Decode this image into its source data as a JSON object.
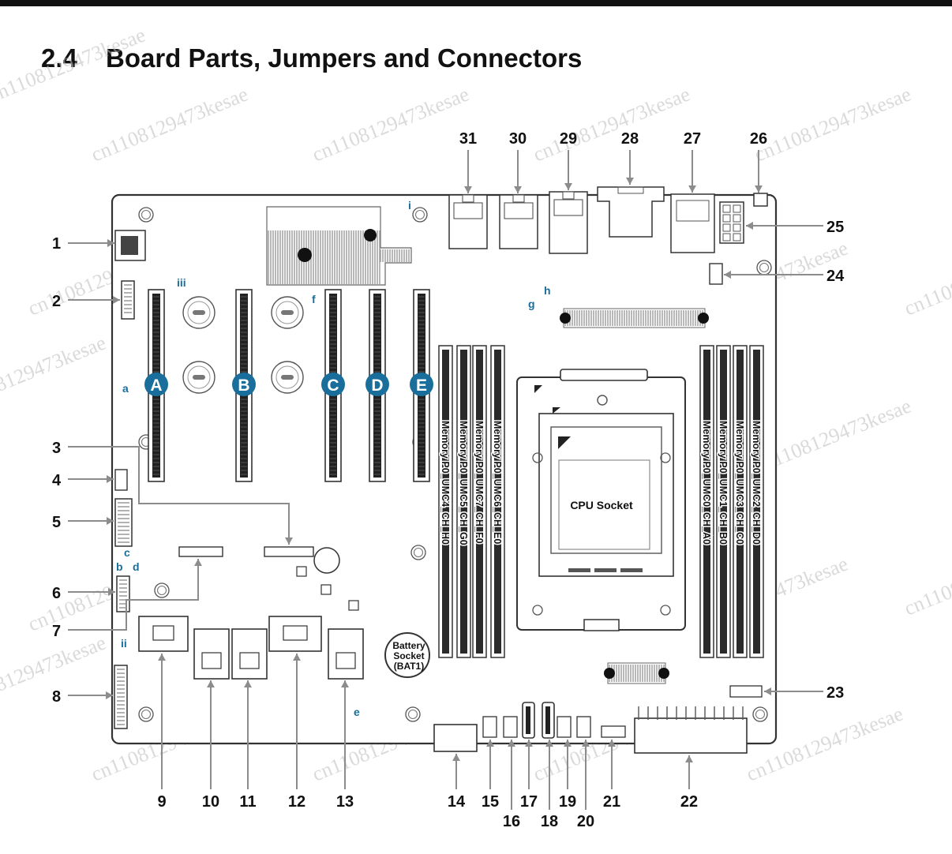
{
  "heading": {
    "number": "2.4",
    "text": "Board Parts, Jumpers and Connectors"
  },
  "slots": [
    "A",
    "B",
    "C",
    "D",
    "E"
  ],
  "memory_slots_left": [
    "Memory P0_UMC4_CH_H0",
    "Memory P0_UMC5_CH_G0",
    "Memory P0_UMC7_CH_F0",
    "Memory P0_UMC6_CH_E0"
  ],
  "memory_slots_right": [
    "Memory P0_UMC0_CH_A0",
    "Memory P0_UMC1_CH_B0",
    "Memory P0_UMC3_CH_C0",
    "Memory P0_UMC2_CH_D0"
  ],
  "cpu_label": "CPU Socket",
  "battery_label": [
    "Battery",
    "Socket",
    "(BAT1)"
  ],
  "jumper_labels": [
    "a",
    "b",
    "c",
    "d",
    "e",
    "f",
    "g",
    "h",
    "i",
    "ii",
    "iii"
  ],
  "callouts": [
    "1",
    "2",
    "3",
    "4",
    "5",
    "6",
    "7",
    "8",
    "9",
    "10",
    "11",
    "12",
    "13",
    "14",
    "15",
    "16",
    "17",
    "18",
    "19",
    "20",
    "21",
    "22",
    "23",
    "24",
    "25",
    "26",
    "27",
    "28",
    "29",
    "30",
    "31"
  ],
  "watermark": "cn1108129473kesae",
  "colors": {
    "slot_badge": "#1a6e9c",
    "board_outline": "#333333",
    "leader": "#8c8c8c",
    "jumper_label": "#1a6e9c"
  }
}
